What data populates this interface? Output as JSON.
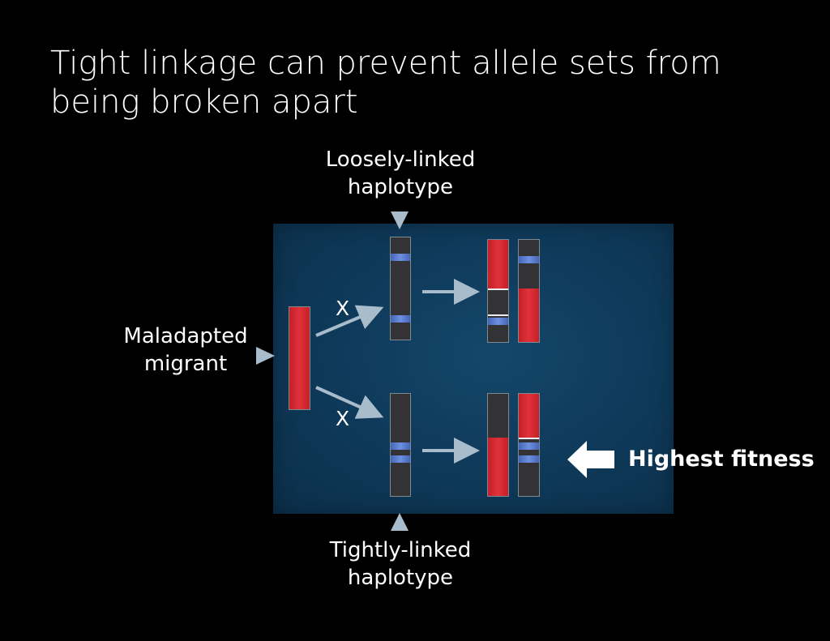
{
  "title": "Tight linkage can prevent allele sets from being broken apart",
  "labels": {
    "loose_line1": "Loosely-linked",
    "loose_line2": "haplotype",
    "tight_line1": "Tightly-linked",
    "tight_line2": "haplotype",
    "migrant_line1": "Maladapted",
    "migrant_line2": "migrant",
    "cross_symbol": "X",
    "highest_fitness": "Highest fitness"
  },
  "colors": {
    "background": "#000000",
    "panel": "#0f3b5c",
    "migrant_chromosome": "#d62b33",
    "resident_chromosome": "#333335",
    "allele_band": "#5a7bd1",
    "arrow": "#a9bccc"
  }
}
